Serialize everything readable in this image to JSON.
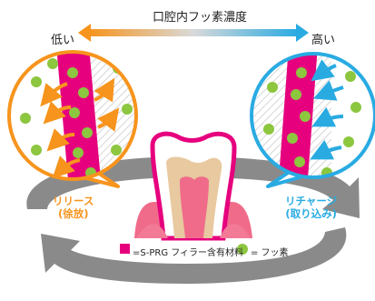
{
  "title": "口腔内フッ素濃度",
  "scale": {
    "low": "低い",
    "high": "高い"
  },
  "release": {
    "line1": "リリース",
    "line2": "(徐放)"
  },
  "recharge": {
    "line1": "リチャージ",
    "line2": "(取り込み)"
  },
  "legend": {
    "sprg": "=S-PRG フィラー含有材料",
    "fluoride": "= フッ素"
  },
  "colors": {
    "orange": "#f7941d",
    "blue": "#29abe2",
    "magenta": "#e6007e",
    "green": "#8dc63f",
    "grey_arrow": "#7f7f7f",
    "gum": "#f06b8a",
    "dentin": "#e8c9a0"
  }
}
